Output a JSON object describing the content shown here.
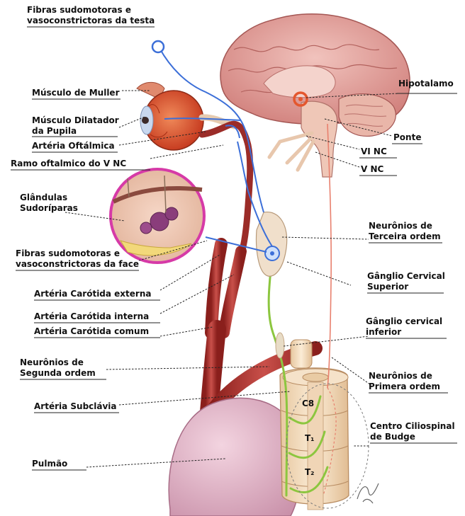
{
  "labels": {
    "fibras_testa": [
      "Fibras sudomotoras e",
      "vasoconstrictoras da testa"
    ],
    "musculo_muller": "Músculo de Muller",
    "musculo_dilatador": [
      "Músculo Dilatador",
      "da Pupila"
    ],
    "arteria_oftalmica": "Artéria Oftálmica",
    "ramo_oftalmico": "Ramo oftalmico do V NC",
    "glandulas": [
      "Glândulas",
      "Sudoríparas"
    ],
    "fibras_face": [
      "Fibras sudomotoras e",
      "vasoconstrictoras da face"
    ],
    "carotida_externa": "Artéria Carótida externa",
    "carotida_interna": "Artéria Carótida interna",
    "carotida_comum": "Artéria Carótida comum",
    "neuronios_segunda": [
      "Neurônios de",
      "Segunda ordem"
    ],
    "arteria_subclavia": "Artéria Subclávia",
    "pulmao": "Pulmão",
    "hipotalamo": "Hipotalamo",
    "ponte": "Ponte",
    "vi_nc": "VI NC",
    "v_nc": "V NC",
    "neuronios_terceira": [
      "Neurônios de",
      "Terceira ordem"
    ],
    "ganglio_superior": [
      "Gânglio Cervical",
      "Superior"
    ],
    "ganglio_inferior": [
      "Gânglio cervical",
      "inferior"
    ],
    "neuronios_primeira": [
      "Neurônios de",
      "Primera ordem"
    ],
    "centro_budge": [
      "Centro Ciliospinal",
      "de Budge"
    ]
  },
  "segments": {
    "c8": "C8",
    "t1": "T₁",
    "t2": "T₂"
  },
  "colors": {
    "artery": "#b23a35",
    "brain": "#e7a9a6",
    "nerve_green": "#8cc63f",
    "nerve_blue": "#3c6fd8",
    "first_order": "#e8806e",
    "hypothalamus_ring": "#e4572e",
    "inset_border": "#d63aa7",
    "lung": "#e8bfd0",
    "spine": "#f2d9b8"
  }
}
